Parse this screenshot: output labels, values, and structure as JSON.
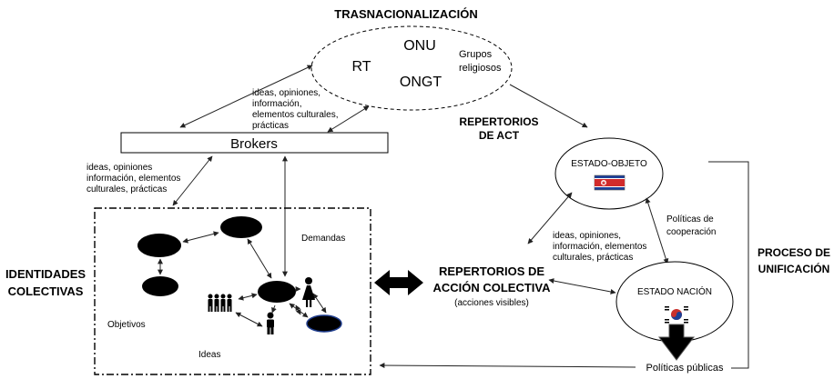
{
  "title": "TRASNACIONALIZACIÓN",
  "transnational": {
    "rt": "RT",
    "onu": "ONU",
    "ongt": "ONGT",
    "groups_line1": "Grupos",
    "groups_line2": "religiosos"
  },
  "flow_top": [
    "ideas, opiniones,",
    "información,",
    "elementos culturales,",
    "prácticas"
  ],
  "brokers": "Brokers",
  "repertorios_act": [
    "REPERTORIOS",
    "DE ACT"
  ],
  "flow_left": [
    "ideas, opiniones",
    "información, elementos",
    "culturales, prácticas"
  ],
  "estado_objeto": "ESTADO-OBJETO",
  "politicas_cooperacion": [
    "Políticas de",
    "cooperación"
  ],
  "flow_right": [
    "ideas, opiniones,",
    "información, elementos",
    "culturales, prácticas"
  ],
  "proceso": [
    "PROCESO DE",
    "UNIFICACIÓN"
  ],
  "identidades": [
    "IDENTIDADES",
    "COLECTIVAS"
  ],
  "demandas": "Demandas",
  "objetivos": "Objetivos",
  "ideas": "Ideas",
  "repertorios_accion": [
    "REPERTORIOS DE",
    "ACCIÓN COLECTIVA"
  ],
  "acciones_visibles": "(acciones visibles)",
  "estado_nacion": "ESTADO NACIÓN",
  "politicas_publicas": "Políticas públicas"
}
